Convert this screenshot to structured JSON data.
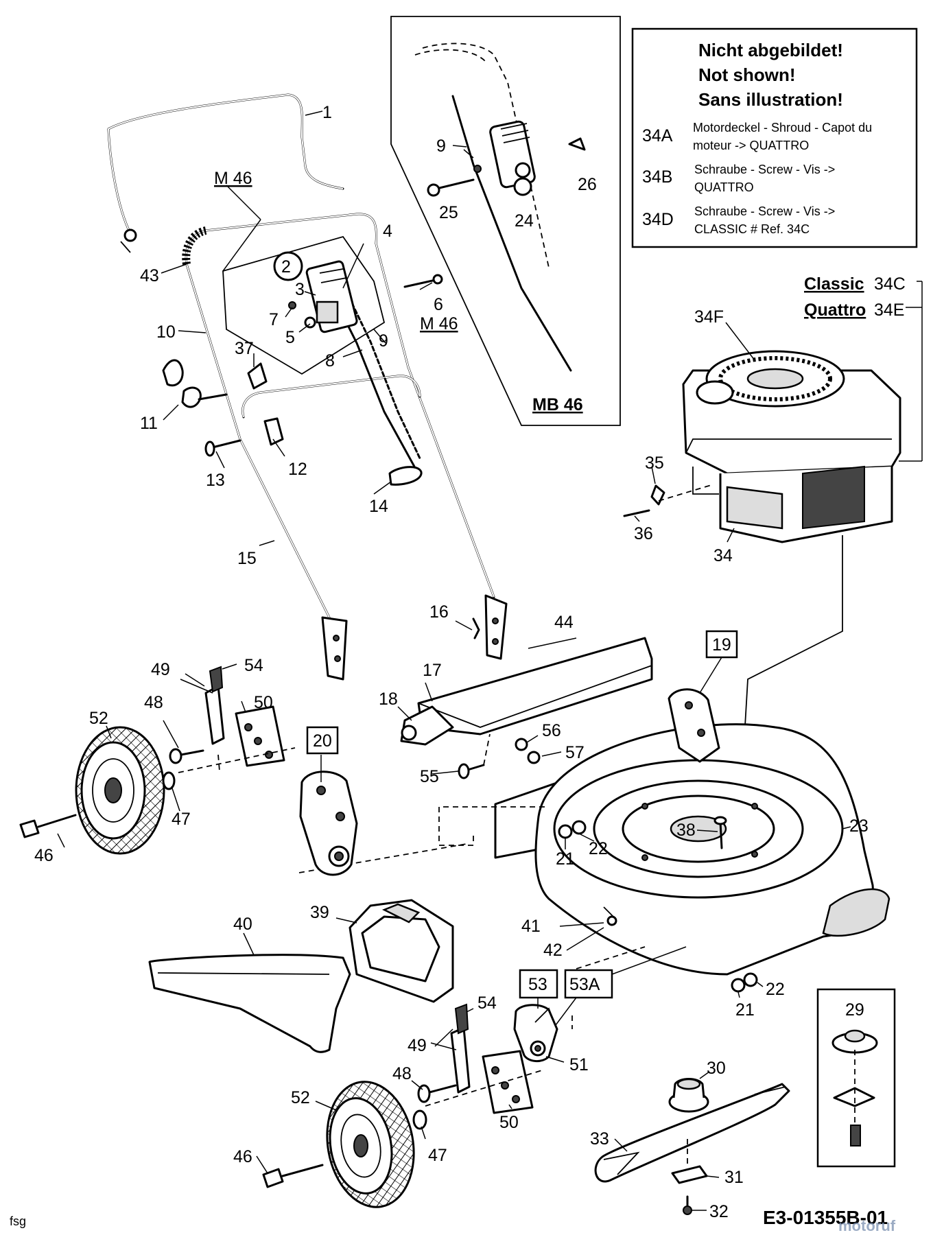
{
  "note_box": {
    "line1": "Nicht abgebildet!",
    "line2": "Not shown!",
    "line3": "Sans illustration!",
    "rows": [
      {
        "code": "34A",
        "line1": "Motordeckel - Shroud - Capot du",
        "line2": "moteur -> QUATTRO"
      },
      {
        "code": "34B",
        "line1": "Schraube - Screw - Vis ->",
        "line2": "QUATTRO"
      },
      {
        "code": "34D",
        "line1": "Schraube - Screw - Vis ->",
        "line2": "CLASSIC # Ref. 34C"
      }
    ]
  },
  "variants": {
    "classic_label": "Classic",
    "classic_code": "34C",
    "quattro_label": "Quattro",
    "quattro_code": "34E",
    "engine_code": "34F"
  },
  "inset_label": "MB 46",
  "m46_label": "M 46",
  "boxed_refs": [
    "19",
    "20",
    "53",
    "53A",
    "29"
  ],
  "circled_ref": "2",
  "part_numbers": {
    "p1": "1",
    "p3": "3",
    "p4": "4",
    "p5": "5",
    "p6": "6",
    "p7": "7",
    "p8": "8",
    "p9": "9",
    "p10": "10",
    "p11": "11",
    "p12": "12",
    "p13": "13",
    "p14": "14",
    "p15": "15",
    "p16": "16",
    "p17": "17",
    "p18": "18",
    "p21": "21",
    "p22": "22",
    "p23": "23",
    "p24": "24",
    "p25": "25",
    "p26": "26",
    "p30": "30",
    "p31": "31",
    "p32": "32",
    "p33": "33",
    "p34": "34",
    "p35": "35",
    "p36": "36",
    "p37": "37",
    "p38": "38",
    "p39": "39",
    "p40": "40",
    "p41": "41",
    "p42": "42",
    "p43": "43",
    "p44": "44",
    "p46": "46",
    "p47": "47",
    "p48": "48",
    "p49": "49",
    "p50": "50",
    "p51": "51",
    "p52": "52",
    "p54": "54",
    "p55": "55",
    "p56": "56",
    "p57": "57"
  },
  "footer": {
    "left": "fsg",
    "code": "E3-01355B-01",
    "watermark": "motoruf"
  }
}
